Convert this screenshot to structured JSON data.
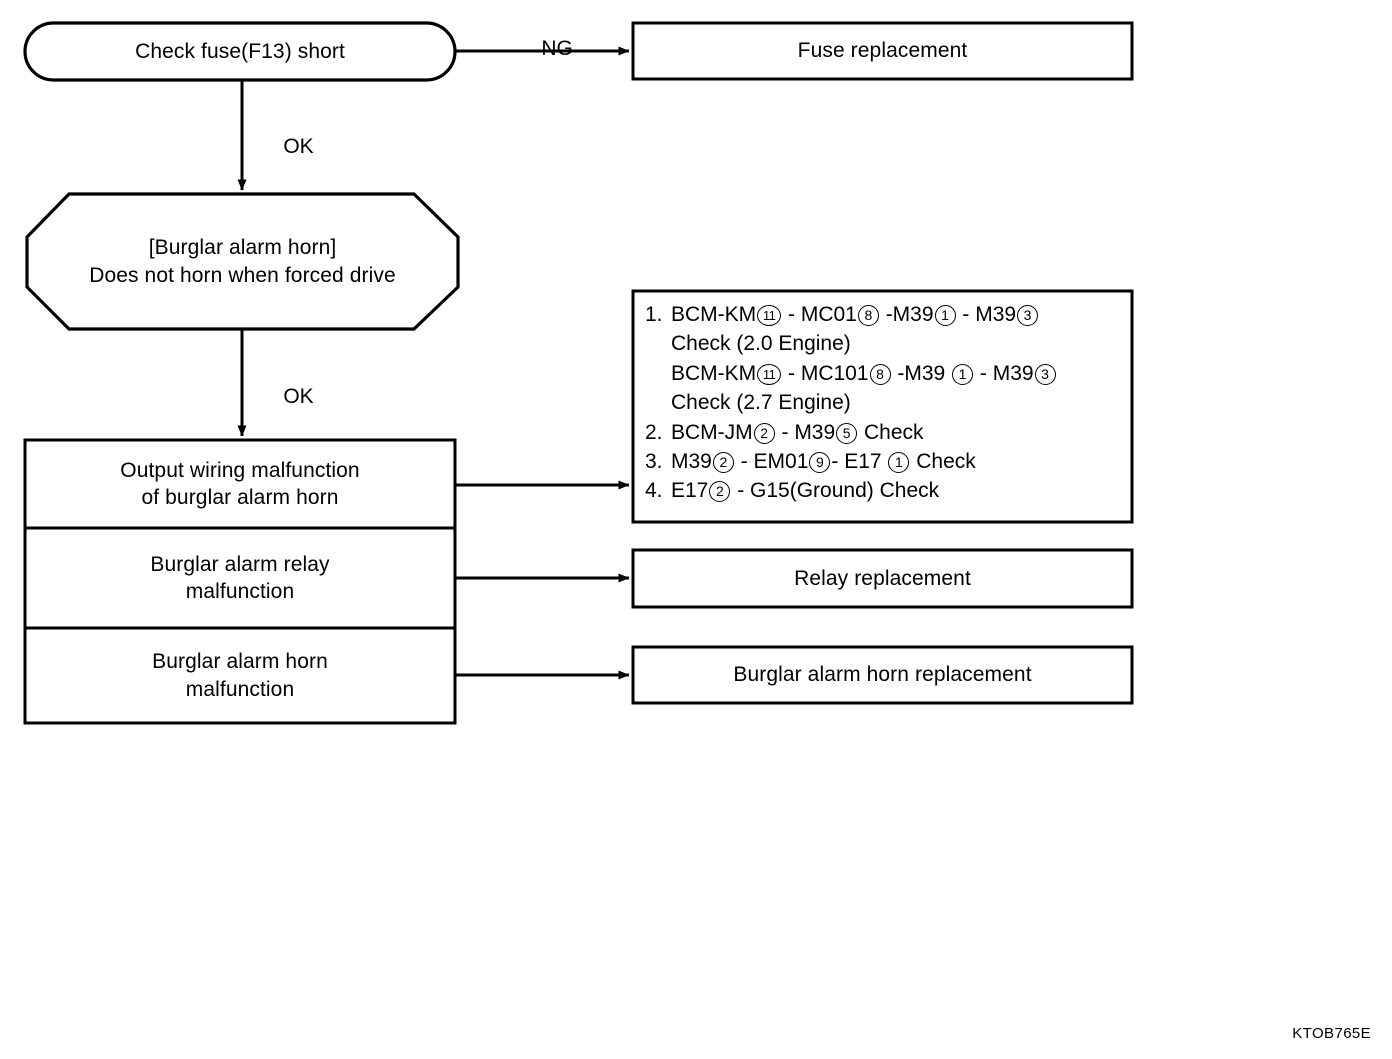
{
  "diagram": {
    "title_code": "KTOB765E",
    "nodes": {
      "check_fuse": "Check fuse(F13) short",
      "fuse_replacement": "Fuse replacement",
      "burglar_condition_line1": "[Burglar alarm horn]",
      "burglar_condition_line2": "Does not horn when forced drive",
      "output_wiring_line1": "Output wiring malfunction",
      "output_wiring_line2": "of burglar alarm horn",
      "relay_malfunction_line1": "Burglar alarm relay",
      "relay_malfunction_line2": "malfunction",
      "horn_malfunction_line1": "Burglar alarm horn",
      "horn_malfunction_line2": "malfunction",
      "relay_replacement": "Relay replacement",
      "horn_replacement": "Burglar alarm horn replacement"
    },
    "edge_labels": {
      "ng": "NG",
      "ok_1": "OK",
      "ok_2": "OK"
    },
    "checklist": {
      "rows": [
        {
          "num": "1.",
          "segments": [
            {
              "t": "text",
              "v": "BCM-KM"
            },
            {
              "t": "circ",
              "v": "11"
            },
            {
              "t": "text",
              "v": " - MC01"
            },
            {
              "t": "circ",
              "v": "8"
            },
            {
              "t": "text",
              "v": " -M39"
            },
            {
              "t": "circ",
              "v": "1"
            },
            {
              "t": "text",
              "v": " - M39"
            },
            {
              "t": "circ",
              "v": "3"
            }
          ]
        },
        {
          "num": "",
          "segments": [
            {
              "t": "text",
              "v": "Check (2.0 Engine)"
            }
          ]
        },
        {
          "num": "",
          "segments": [
            {
              "t": "text",
              "v": "BCM-KM"
            },
            {
              "t": "circ",
              "v": "11"
            },
            {
              "t": "text",
              "v": " - MC101"
            },
            {
              "t": "circ",
              "v": "8"
            },
            {
              "t": "text",
              "v": " -M39 "
            },
            {
              "t": "circ",
              "v": "1"
            },
            {
              "t": "text",
              "v": " - M39"
            },
            {
              "t": "circ",
              "v": "3"
            }
          ]
        },
        {
          "num": "",
          "segments": [
            {
              "t": "text",
              "v": "Check (2.7 Engine)"
            }
          ]
        },
        {
          "num": "2.",
          "segments": [
            {
              "t": "text",
              "v": "BCM-JM"
            },
            {
              "t": "circ",
              "v": "2"
            },
            {
              "t": "text",
              "v": " - M39"
            },
            {
              "t": "circ",
              "v": "5"
            },
            {
              "t": "text",
              "v": "  Check"
            }
          ]
        },
        {
          "num": "3.",
          "segments": [
            {
              "t": "text",
              "v": "M39"
            },
            {
              "t": "circ",
              "v": "2"
            },
            {
              "t": "text",
              "v": " - EM01"
            },
            {
              "t": "circ",
              "v": "9"
            },
            {
              "t": "text",
              "v": "- E17 "
            },
            {
              "t": "circ",
              "v": "1"
            },
            {
              "t": "text",
              "v": "  Check"
            }
          ]
        },
        {
          "num": "4.",
          "segments": [
            {
              "t": "text",
              "v": "E17"
            },
            {
              "t": "circ",
              "v": "2"
            },
            {
              "t": "text",
              "v": " - G15(Ground) Check"
            }
          ]
        }
      ]
    },
    "colors": {
      "stroke": "#000000",
      "fill": "#ffffff"
    }
  }
}
